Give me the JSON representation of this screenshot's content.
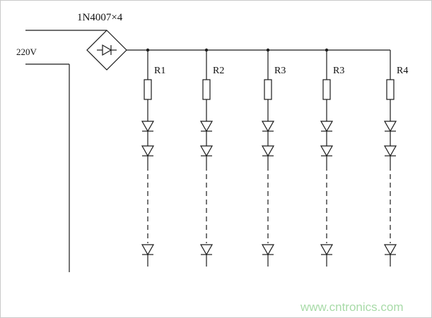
{
  "diagram": {
    "bridge_label": "1N4007×4",
    "voltage_label": "220V",
    "branches": [
      {
        "label": "R1"
      },
      {
        "label": "R2"
      },
      {
        "label": "R3"
      },
      {
        "label": "R3"
      },
      {
        "label": "R4"
      }
    ],
    "watermark": "www.cntronics.com",
    "colors": {
      "line": "#1a1a1a",
      "watermark": "#a8dba8",
      "background": "#ffffff"
    }
  }
}
